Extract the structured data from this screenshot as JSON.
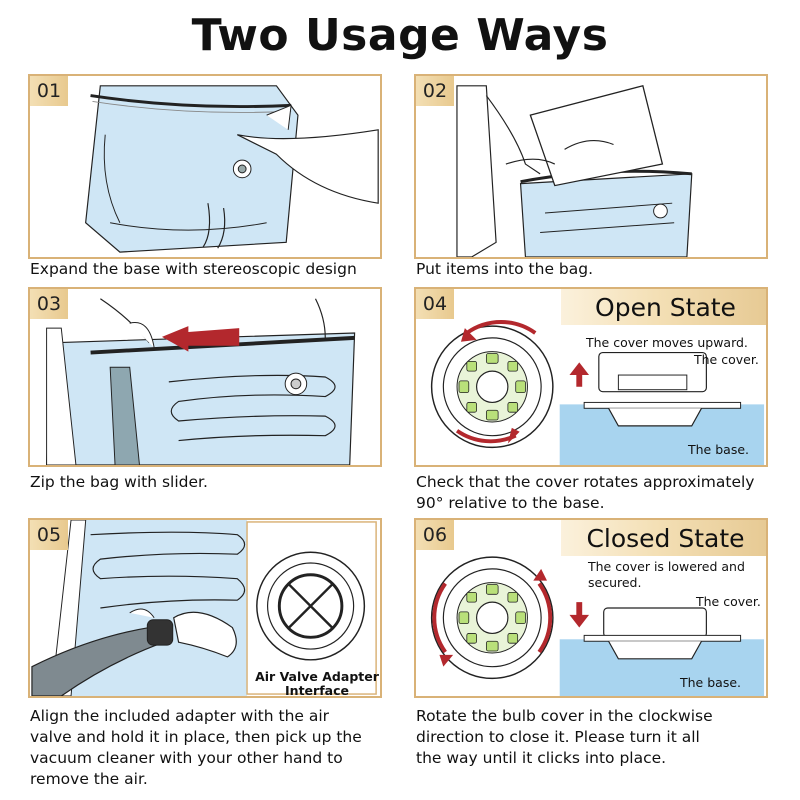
{
  "title": "Two Usage Ways",
  "colors": {
    "accent_gold": "#d9b277",
    "bag_blue": "#cfe6f5",
    "water_blue": "#a8d4ef",
    "arrow_red": "#b3282d",
    "green": "#b9e07a"
  },
  "steps": [
    {
      "num": "01",
      "caption": "Expand the base with stereoscopic design"
    },
    {
      "num": "02",
      "caption": "Put items into the bag."
    },
    {
      "num": "03",
      "caption": "Zip the bag with slider."
    },
    {
      "num": "04",
      "caption_line1": "Check that the cover rotates approximately",
      "caption_line2": "90° relative to the base.",
      "state": "Open State",
      "note": "The cover moves upward.",
      "cover_label": "The cover.",
      "base_label": "The base."
    },
    {
      "num": "05",
      "caption_line1": "Align the included adapter with the air",
      "caption_line2": "valve and hold it in place, then pick up the",
      "caption_line3": "vacuum cleaner with your other hand to",
      "caption_line4": "remove the air.",
      "adapter_line1": "Air Valve Adapter",
      "adapter_line2": "Interface"
    },
    {
      "num": "06",
      "caption_line1": "Rotate the bulb cover in the clockwise",
      "caption_line2": "direction to close it. Please turn it all",
      "caption_line3": "the way until it clicks into place.",
      "state": "Closed State",
      "note_line1": "The cover is lowered and",
      "note_line2": "secured.",
      "cover_label": "The cover.",
      "base_label": "The base."
    }
  ]
}
